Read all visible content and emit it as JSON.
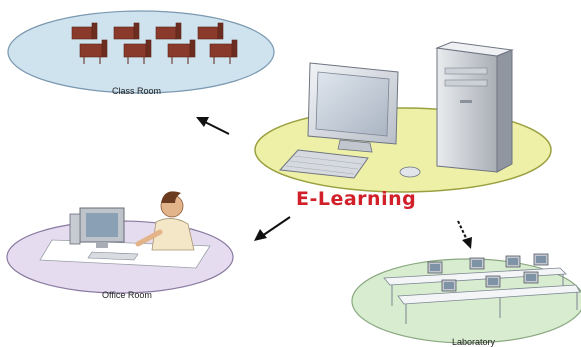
{
  "title": "E-Learning",
  "title_color": "#d1202a",
  "nodes": [
    {
      "label": "Class Room",
      "fill": "#cfe3ef"
    },
    {
      "label": "Office Room",
      "fill": "#e6dcef"
    },
    {
      "label": "Laboratory",
      "fill": "#d8ecd0"
    }
  ],
  "center_fill": "#eef0a8",
  "icons": [
    "desktop-computer",
    "classroom-desks",
    "person-at-computer",
    "lab-benches"
  ]
}
